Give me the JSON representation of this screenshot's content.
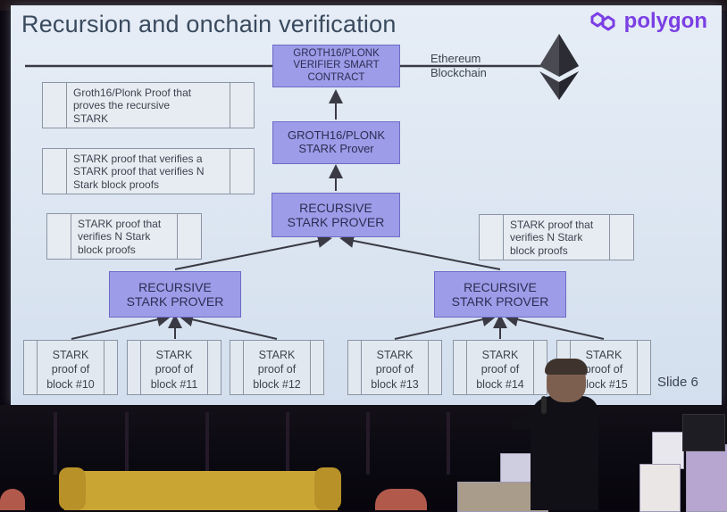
{
  "slide": {
    "title": "Recursion and onchain verification",
    "logo_text": "polygon",
    "slide_number": "Slide 6",
    "ethereum_label": "Ethereum\nBlockchain",
    "boxes": {
      "verifier": "GROTH16/PLONK\nVERIFIER SMART\nCONTRACT",
      "groth_prover": "GROTH16/PLONK\nSTARK Prover",
      "recursive_top": "RECURSIVE\nSTARK PROVER",
      "recursive_left": "RECURSIVE\nSTARK PROVER",
      "recursive_right": "RECURSIVE\nSTARK PROVER"
    },
    "notes": {
      "groth_proof": "Groth16/Plonk Proof that\nproves the recursive\nSTARK",
      "stark_of_stark": "STARK proof that verifies a\nSTARK proof that verifies N\nStark block proofs",
      "left_n": "STARK proof that\nverifies N Stark\nblock proofs",
      "right_n": "STARK proof that\nverifies N Stark\nblock proofs"
    },
    "leaves": [
      "STARK\nproof of\nblock #10",
      "STARK\nproof of\nblock #11",
      "STARK\nproof of\nblock #12",
      "STARK\nproof of\nblock #13",
      "STARK\nproof of\nblock #14",
      "STARK\nproof of\nblock #15"
    ]
  },
  "colors": {
    "screen": "#dfe7f2",
    "prover_box": "#9c9ce8",
    "polygon_purple": "#7b3fe4",
    "ethereum": "#3c3c44"
  },
  "icons": {
    "logo": "polygon-logo-icon",
    "ethereum": "ethereum-diamond-icon"
  }
}
